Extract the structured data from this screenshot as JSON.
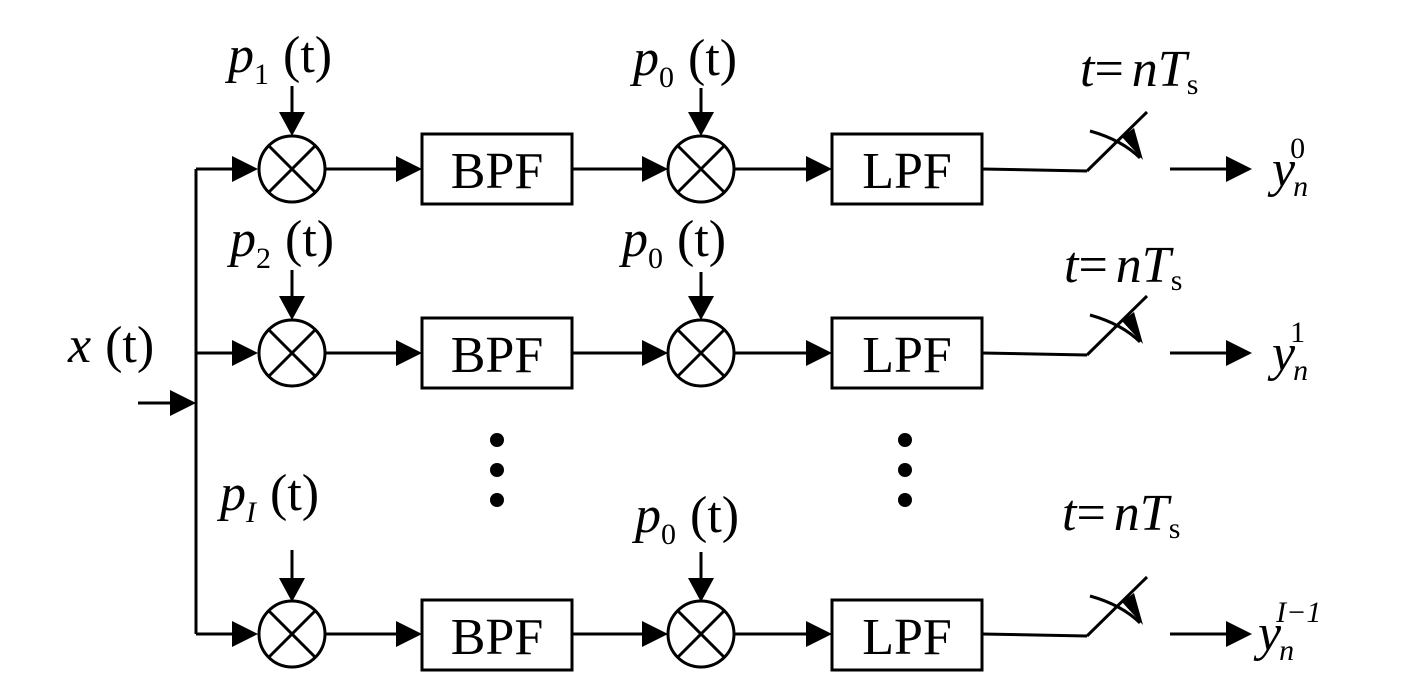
{
  "input": {
    "symbol": "x",
    "arg": "(t)"
  },
  "branches": [
    {
      "carrier_base": "p",
      "carrier_sub": "1",
      "carrier_arg": "(t)",
      "bpf_label": "BPF",
      "mix_base": "p",
      "mix_sub": "0",
      "mix_arg": "(t)",
      "lpf_label": "LPF",
      "sample_lhs": "t",
      "sample_eq": "=",
      "sample_n": "n",
      "sample_T": "T",
      "sample_T_sub": "s",
      "out_base": "y",
      "out_sub": "n",
      "out_sup": "0"
    },
    {
      "carrier_base": "p",
      "carrier_sub": "2",
      "carrier_arg": "(t)",
      "bpf_label": "BPF",
      "mix_base": "p",
      "mix_sub": "0",
      "mix_arg": "(t)",
      "lpf_label": "LPF",
      "sample_lhs": "t",
      "sample_eq": "=",
      "sample_n": "n",
      "sample_T": "T",
      "sample_T_sub": "s",
      "out_base": "y",
      "out_sub": "n",
      "out_sup": "1"
    },
    {
      "carrier_base": "p",
      "carrier_sub": "I",
      "carrier_arg": "(t)",
      "bpf_label": "BPF",
      "mix_base": "p",
      "mix_sub": "0",
      "mix_arg": "(t)",
      "lpf_label": "LPF",
      "sample_lhs": "t",
      "sample_eq": "=",
      "sample_n": "n",
      "sample_T": "T",
      "sample_T_sub": "s",
      "out_base": "y",
      "out_sub": "n",
      "out_sup": "I−1"
    }
  ]
}
